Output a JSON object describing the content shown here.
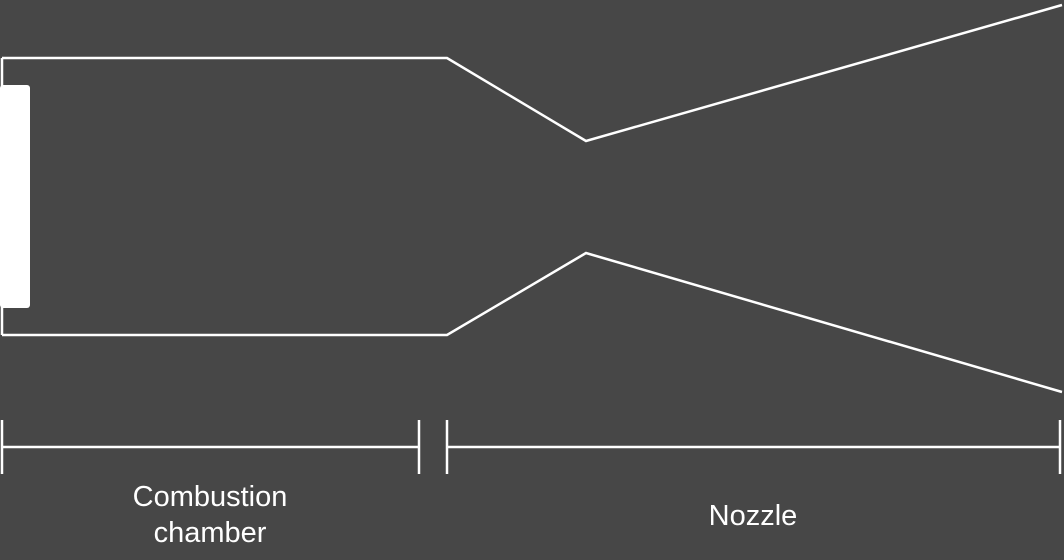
{
  "diagram": {
    "stroke_color": "#ffffff",
    "background_color": "#474747",
    "labels": {
      "chamber_line1": "Combustion",
      "chamber_line2": "chamber",
      "nozzle": "Nozzle"
    }
  }
}
